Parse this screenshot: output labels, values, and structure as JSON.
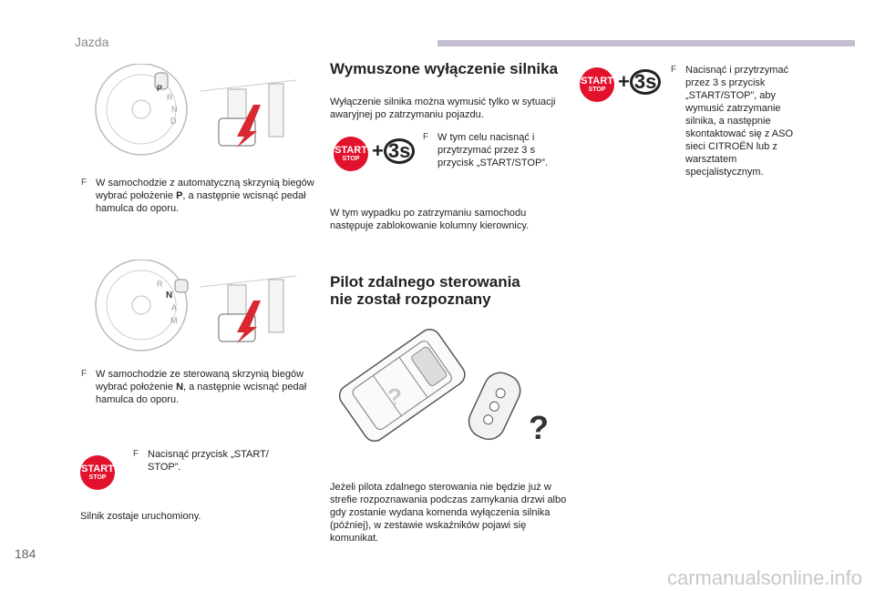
{
  "header": {
    "section": "Jazda"
  },
  "footer": {
    "page_number": "184",
    "watermark": "carmanualsonline.info"
  },
  "left": {
    "auto_text_a": "W samochodzie z automatyczną skrzynią biegów wybrać położenie ",
    "auto_bold": "P",
    "auto_text_b": ", a następnie wcisnąć pedał hamulca do oporu.",
    "gear_p_letters": [
      "P",
      "R",
      "N",
      "D"
    ],
    "gear_n_letters": [
      "R",
      "N",
      "A",
      "M"
    ],
    "gear_n_marker": "N",
    "robot_text_a": "W samochodzie ze sterowaną skrzynią biegów wybrać położenie ",
    "robot_bold": "N",
    "robot_text_b": ", a następnie wcisnąć pedał hamulca do oporu.",
    "press_text": "Nacisnąć przycisk „START/ STOP”.",
    "engine_started": "Silnik zostaje uruchomiony."
  },
  "middle": {
    "title": "Wymuszone wyłączenie silnika",
    "intro": "Wyłączenie silnika można wymusić tylko w sytuacji awaryjnej po zatrzymaniu pojazdu.",
    "hold_text": "W tym celu nacisnąć i przytrzymać przez 3 s przycisk „START/STOP”.",
    "lock_text": "W tym wypadku po zatrzymaniu samochodu następuje zablokowanie kolumny kierownicy.",
    "remote_title_1": "Pilot zdalnego sterowania",
    "remote_title_2": "nie został rozpoznany",
    "remote_text": "Jeżeli pilota zdalnego sterowania nie będzie już w strefie rozpoznawania podczas zamykania drzwi albo gdy zostanie wydana komenda wyłączenia silnika (później), w zestawie wskaźników pojawi się komunikat."
  },
  "right": {
    "text": "Nacisnąć i przytrzymać przez 3 s przycisk „START/STOP”, aby wymusić zatrzymanie silnika, a następnie skontaktować się z ASO sieci CITROËN lub z warsztatem specjalistycznym."
  },
  "button": {
    "start": "START",
    "stop": "STOP",
    "plus": "+",
    "secs": "3s"
  },
  "bullet": "F",
  "question": "?",
  "colors": {
    "start_red": "#e2122d",
    "accent_bar": "#c4bcd2"
  }
}
